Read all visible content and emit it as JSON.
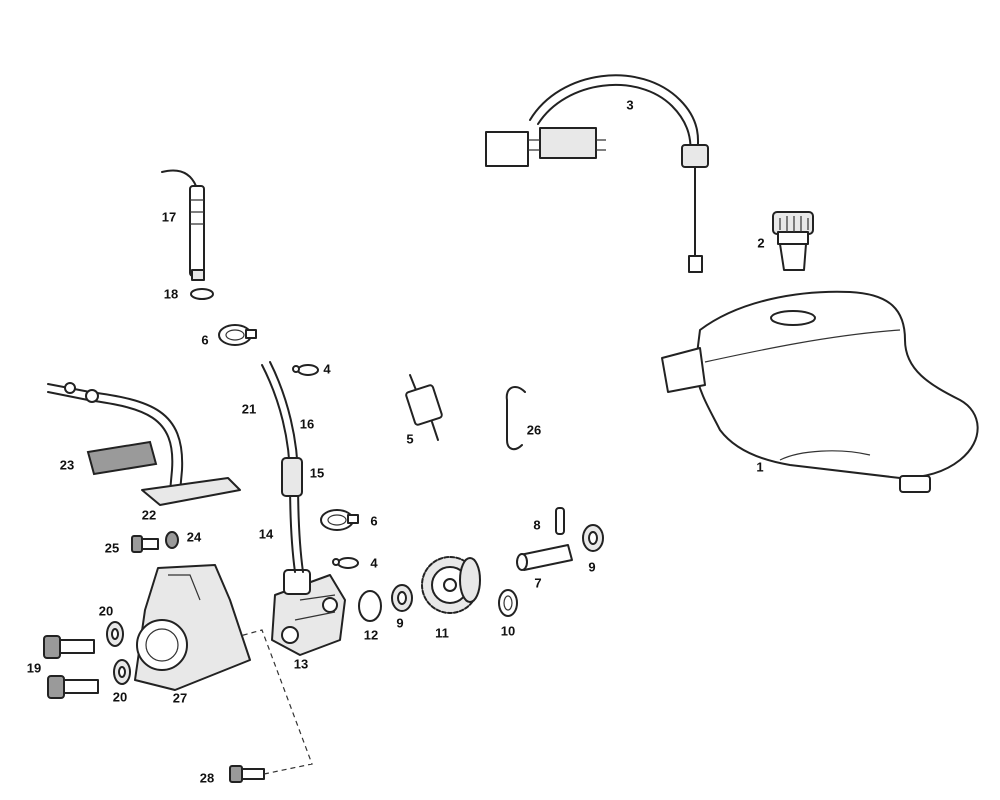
{
  "callouts": [
    {
      "id": "1"
    },
    {
      "id": "2"
    },
    {
      "id": "3"
    },
    {
      "id": "4a",
      "text": "4"
    },
    {
      "id": "4b",
      "text": "4"
    },
    {
      "id": "5"
    },
    {
      "id": "6a",
      "text": "6"
    },
    {
      "id": "6b",
      "text": "6"
    },
    {
      "id": "7"
    },
    {
      "id": "8"
    },
    {
      "id": "9a",
      "text": "9"
    },
    {
      "id": "9b",
      "text": "9"
    },
    {
      "id": "10"
    },
    {
      "id": "11"
    },
    {
      "id": "12"
    },
    {
      "id": "13"
    },
    {
      "id": "14"
    },
    {
      "id": "15"
    },
    {
      "id": "16"
    },
    {
      "id": "17"
    },
    {
      "id": "18"
    },
    {
      "id": "19"
    },
    {
      "id": "20a",
      "text": "20"
    },
    {
      "id": "20b",
      "text": "20"
    },
    {
      "id": "21"
    },
    {
      "id": "22"
    },
    {
      "id": "23"
    },
    {
      "id": "24"
    },
    {
      "id": "25"
    },
    {
      "id": "26"
    },
    {
      "id": "27"
    },
    {
      "id": "28"
    }
  ],
  "labels": {
    "c1": "1",
    "c2": "2",
    "c3": "3",
    "c4a": "4",
    "c4b": "4",
    "c5": "5",
    "c6a": "6",
    "c6b": "6",
    "c7": "7",
    "c8": "8",
    "c9a": "9",
    "c9b": "9",
    "c10": "10",
    "c11": "11",
    "c12": "12",
    "c13": "13",
    "c14": "14",
    "c15": "15",
    "c16": "16",
    "c17": "17",
    "c18": "18",
    "c19": "19",
    "c20a": "20",
    "c20b": "20",
    "c21": "21",
    "c22": "22",
    "c23": "23",
    "c24": "24",
    "c25": "25",
    "c26": "26",
    "c27": "27",
    "c28": "28"
  }
}
